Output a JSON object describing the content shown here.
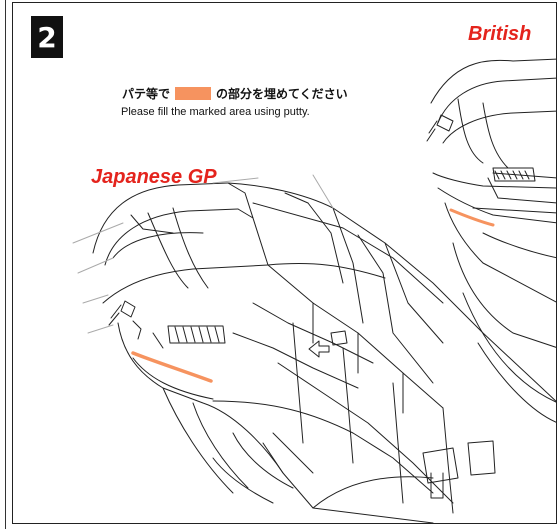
{
  "step": {
    "number": "2"
  },
  "labels": {
    "british": "British",
    "japanese_gp": "Japanese GP"
  },
  "instructions": {
    "jp_before": "パテ等で",
    "jp_after": "の部分を埋めてください",
    "en": "Please fill the marked area using putty."
  },
  "colors": {
    "label_red": "#e4241d",
    "putty_marker": "#f6935f",
    "line_art": "#222222"
  },
  "icons": {
    "putty_swatch": "orange-swatch"
  }
}
